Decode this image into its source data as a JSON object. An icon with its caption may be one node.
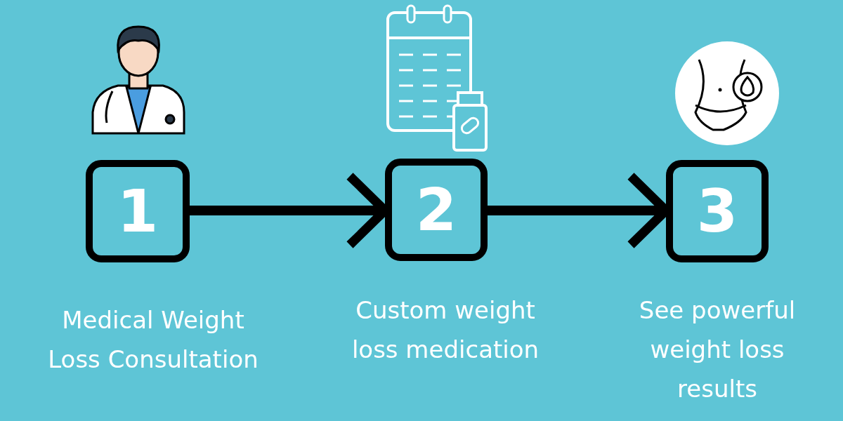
{
  "diagram": {
    "nodes": [
      {
        "text": [
          "1"
        ],
        "beside": [
          "Medical Weight Loss Consultation"
        ]
      },
      {
        "text": [
          "2"
        ],
        "beside": [
          "Custom weight loss medication"
        ]
      },
      {
        "text": [
          "3"
        ],
        "beside": [
          "See powerful weight loss results"
        ]
      }
    ],
    "edges": [
      {
        "from": 0,
        "to": 1,
        "arrow": "to"
      },
      {
        "from": 1,
        "to": 2,
        "arrow": "to"
      }
    ]
  }
}
